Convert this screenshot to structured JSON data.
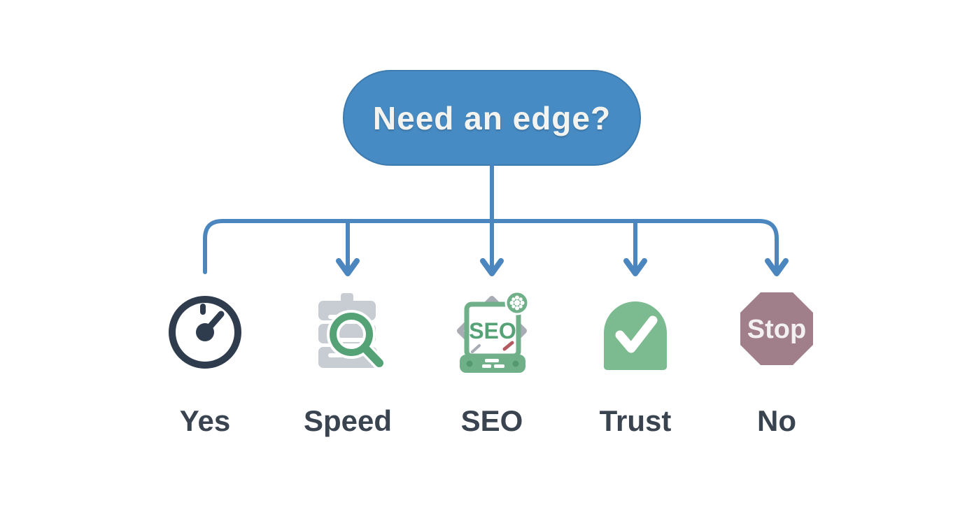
{
  "title": "Need an edge?",
  "colors": {
    "background": "#FFFFFF",
    "box_fill": "#478BC4",
    "box_border": "#3D7BAF",
    "box_text": "#F3F3F0",
    "connector": "#4C86BF",
    "label_text": "#3A4450",
    "dark_slate": "#2E3C4E",
    "server_gray": "#C8CCD3",
    "green": "#55A276",
    "green_light": "#6FB089",
    "check_green": "#7CBA90",
    "stop_mauve": "#A07E8A",
    "diamond_gray": "#A8ADB5",
    "red_accent": "#B25A60",
    "dot_green": "#549871"
  },
  "branches": [
    {
      "label": "Yes",
      "icon": "gauge-icon"
    },
    {
      "label": "Speed",
      "icon": "server-search-icon"
    },
    {
      "label": "SEO",
      "icon": "seo-monitor-icon",
      "icon_text": "SEO"
    },
    {
      "label": "Trust",
      "icon": "check-badge-icon"
    },
    {
      "label": "No",
      "icon": "stop-sign-icon",
      "icon_text": "Stop"
    }
  ]
}
